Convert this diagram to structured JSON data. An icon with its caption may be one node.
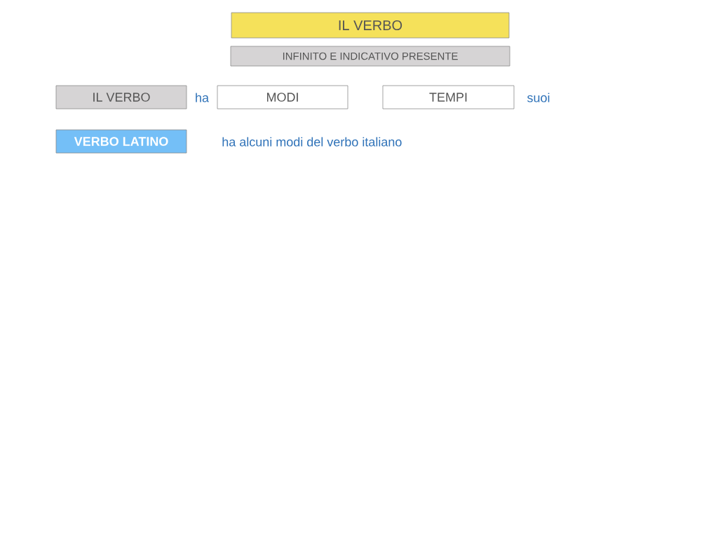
{
  "diagram": {
    "nodes": [
      {
        "text": [
          "IL VERBO"
        ]
      },
      {
        "text": [
          "INFINITO E INDICATIVO PRESENTE"
        ]
      },
      {
        "text": [
          "IL VERBO"
        ]
      },
      {
        "text": [
          "MODI"
        ]
      },
      {
        "text": [
          "TEMPI"
        ]
      },
      {
        "text": [
          "VERBO LATINO"
        ]
      }
    ],
    "labels": [
      "ha",
      "suoi",
      "ha alcuni modi del verbo italiano"
    ]
  }
}
